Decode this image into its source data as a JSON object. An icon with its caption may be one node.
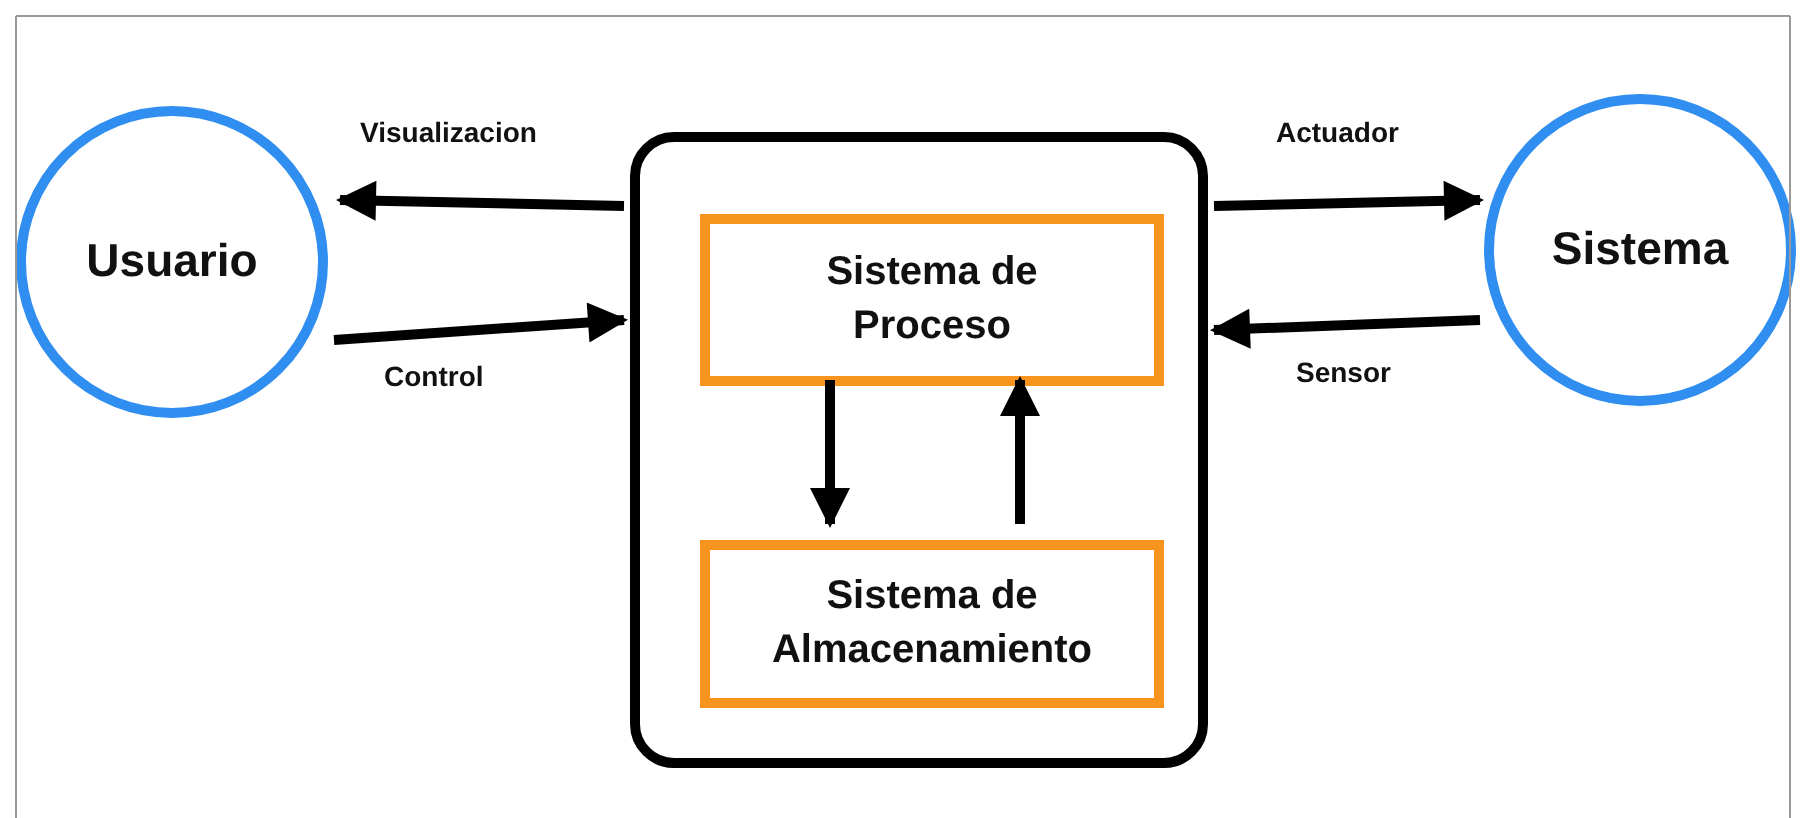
{
  "diagram": {
    "nodes": [
      {
        "text": [
          "Usuario"
        ]
      },
      {
        "text": [],
        "shape": "box"
      },
      {
        "text": [
          "Sistema de Proceso"
        ],
        "in": 1
      },
      {
        "text": [
          "Sistema de Almacenamiento"
        ],
        "in": 1
      },
      {
        "text": [
          "Sistema"
        ]
      }
    ],
    "edges": [
      {
        "from": 1,
        "to": 0,
        "arrow": "to",
        "label": "Visualizacion"
      },
      {
        "from": 0,
        "to": 1,
        "arrow": "to",
        "label": "Control"
      },
      {
        "from": 1,
        "to": 4,
        "arrow": "to",
        "label": "Actuador"
      },
      {
        "from": 4,
        "to": 1,
        "arrow": "to",
        "label": "Sensor"
      },
      {
        "from": 2,
        "to": 3,
        "arrow": "to"
      },
      {
        "from": 3,
        "to": 2,
        "arrow": "to"
      }
    ]
  }
}
